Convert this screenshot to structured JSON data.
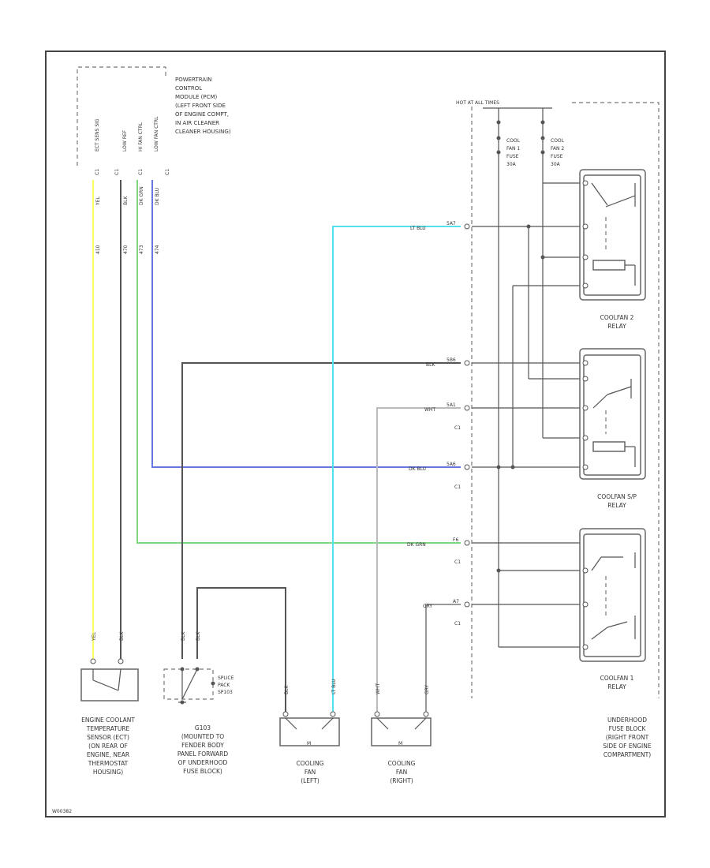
{
  "diagram_id": "W00382",
  "colors": {
    "yel": "#ffff66",
    "blk": "#444444",
    "dk_grn": "#7fd67f",
    "dk_blu": "#6677dd",
    "lt_blu": "#55e0f0",
    "wht": "#bbbbbb",
    "gry": "#999999",
    "frame": "#444444"
  },
  "pcm": {
    "pin_labels": [
      "ECT SENS SIG",
      "LOW REF",
      "HI FAN CTRL",
      "LOW FAN CTRL"
    ],
    "desc": [
      "POWERTRAIN",
      "CONTROL",
      "MODULE (PCM)",
      "(LEFT FRONT SIDE",
      "OF ENGINE COMPT,",
      "IN AIR CLEANER",
      "CLEANER HOUSING)"
    ],
    "pins": [
      "C1",
      "C1",
      "C1",
      "C1"
    ],
    "wire_colors": [
      "YEL",
      "BLK",
      "DK GRN",
      "DK BLU"
    ],
    "circuits": [
      "410",
      "470",
      "473",
      "474"
    ]
  },
  "hot_label": "HOT AT ALL TIMES",
  "fuses": {
    "fuse1": [
      "COOL",
      "FAN 1",
      "FUSE",
      "30A"
    ],
    "fuse2": [
      "COOL",
      "FAN 2",
      "FUSE",
      "30A"
    ]
  },
  "fuse_block_pins": {
    "p1": "5A7",
    "p2": "5B6",
    "p3": "5A1",
    "p3_conn": "C1",
    "p4": "5A6",
    "p4_conn": "C1",
    "p5": "F6",
    "p5_conn": "C1",
    "p6": "A7",
    "p6_conn": "C1"
  },
  "wire_labels": {
    "lt_blu": "LT BLU",
    "blk": "BLK",
    "wht": "WHT",
    "dk_blu": "DK BLU",
    "dk_grn": "DK GRN",
    "gry": "GRY"
  },
  "relays": {
    "relay2": [
      "COOLFAN 2",
      "RELAY"
    ],
    "relay_sp": [
      "COOLFAN S/P",
      "RELAY"
    ],
    "relay1": [
      "COOLFAN 1",
      "RELAY"
    ]
  },
  "ect_sensor": {
    "wires": [
      "YEL",
      "BLK"
    ],
    "label": [
      "ENGINE COOLANT",
      "TEMPERATURE",
      "SENSOR (ECT)",
      "(ON REAR OF",
      "ENGINE, NEAR",
      "THERMOSTAT",
      "HOUSING)"
    ]
  },
  "g103": {
    "wires": [
      "BLK",
      "BLK"
    ],
    "splice_label": [
      "SPLICE",
      "PACK",
      "SP103"
    ],
    "label": [
      "G103",
      "(MOUNTED TO",
      "FENDER BODY",
      "PANEL FORWARD",
      "OF UNDERHOOD",
      "FUSE BLOCK)"
    ]
  },
  "fan_left": {
    "wires": [
      "BLK",
      "LT BLU"
    ],
    "label": [
      "COOLING",
      "FAN",
      "(LEFT)"
    ]
  },
  "fan_right": {
    "wires": [
      "WHT",
      "GRY"
    ],
    "label": [
      "COOLING",
      "FAN",
      "(RIGHT)"
    ]
  },
  "fuse_block_label": [
    "UNDERHOOD",
    "FUSE BLOCK",
    "(RIGHT FRONT",
    "SIDE OF ENGINE",
    "COMPARTMENT)"
  ],
  "motor_symbol": "M"
}
